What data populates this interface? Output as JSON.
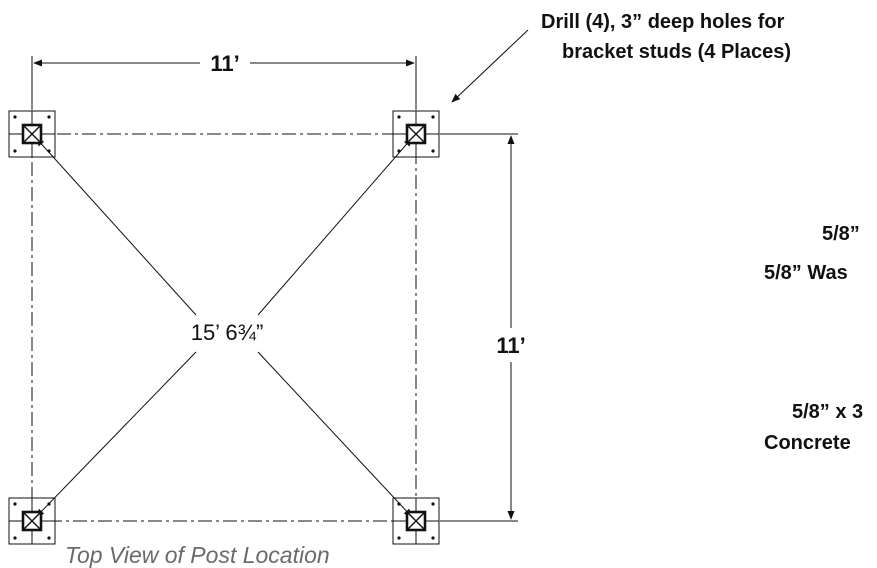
{
  "callout": {
    "line1": "Drill (4), 3” deep holes for",
    "line2": "bracket studs (4 Places)"
  },
  "dimensions": {
    "top_width": "11’",
    "right_height": "11’",
    "diagonal": "15’ 6¾”"
  },
  "caption": "Top View of Post Location",
  "cropped_labels": {
    "nut": "5/8”",
    "washer": "5/8” Was",
    "anchor_line1": "5/8” x 3",
    "anchor_line2": "Concrete"
  },
  "colors": {
    "line": "#111111",
    "background": "#ffffff"
  },
  "icons": [
    "post-bracket-icon"
  ]
}
